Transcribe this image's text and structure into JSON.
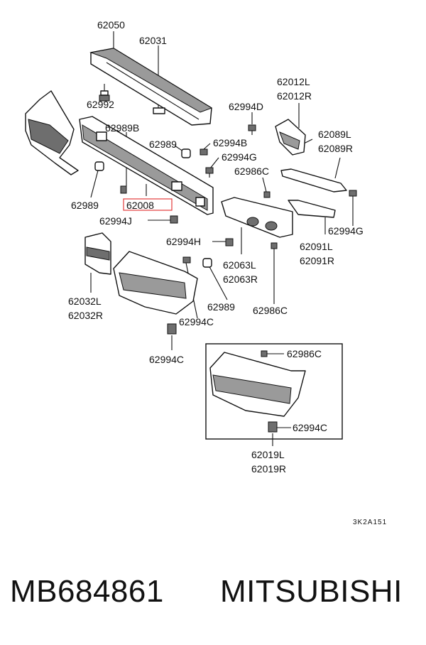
{
  "diagram": {
    "figure_code": "3K2A151",
    "highlighted_part": "62008",
    "labels": {
      "l62050": "62050",
      "l62031": "62031",
      "l62992": "62992",
      "l62012L": "62012L",
      "l62012R": "62012R",
      "l62994D": "62994D",
      "l62989B": "62989B",
      "l62989a": "62989",
      "l62994B": "62994B",
      "l62994G1": "62994G",
      "l62089L": "62089L",
      "l62089R": "62089R",
      "l62986C1": "62986C",
      "l62989b": "62989",
      "l62008": "62008",
      "l62994J": "62994J",
      "l62994G2": "62994G",
      "l62994H": "62994H",
      "l62091L": "62091L",
      "l62091R": "62091R",
      "l62063L": "62063L",
      "l62063R": "62063R",
      "l62032L": "62032L",
      "l62032R": "62032R",
      "l62989c": "62989",
      "l62994C1": "62994C",
      "l62986C2": "62986C",
      "l62994C2": "62994C",
      "l62986C3": "62986C",
      "l62994C3": "62994C",
      "l62019L": "62019L",
      "l62019R": "62019R"
    }
  },
  "footer": {
    "part_number": "MB684861",
    "brand": "MITSUBISHI"
  }
}
